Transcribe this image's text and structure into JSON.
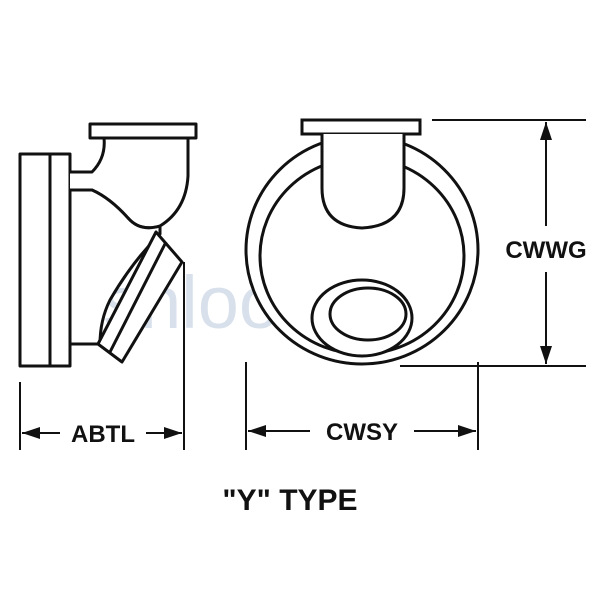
{
  "diagram": {
    "caption": "\"Y\" TYPE",
    "dimensions": {
      "abtl": "ABTL",
      "cwsy": "CWSY",
      "cwwg": "CWWG"
    }
  },
  "watermark": {
    "text": "nsnlookup",
    "color": "#b8c8dc",
    "accent_color": "#f08a3c"
  },
  "colors": {
    "line": "#111111",
    "background": "#ffffff"
  }
}
